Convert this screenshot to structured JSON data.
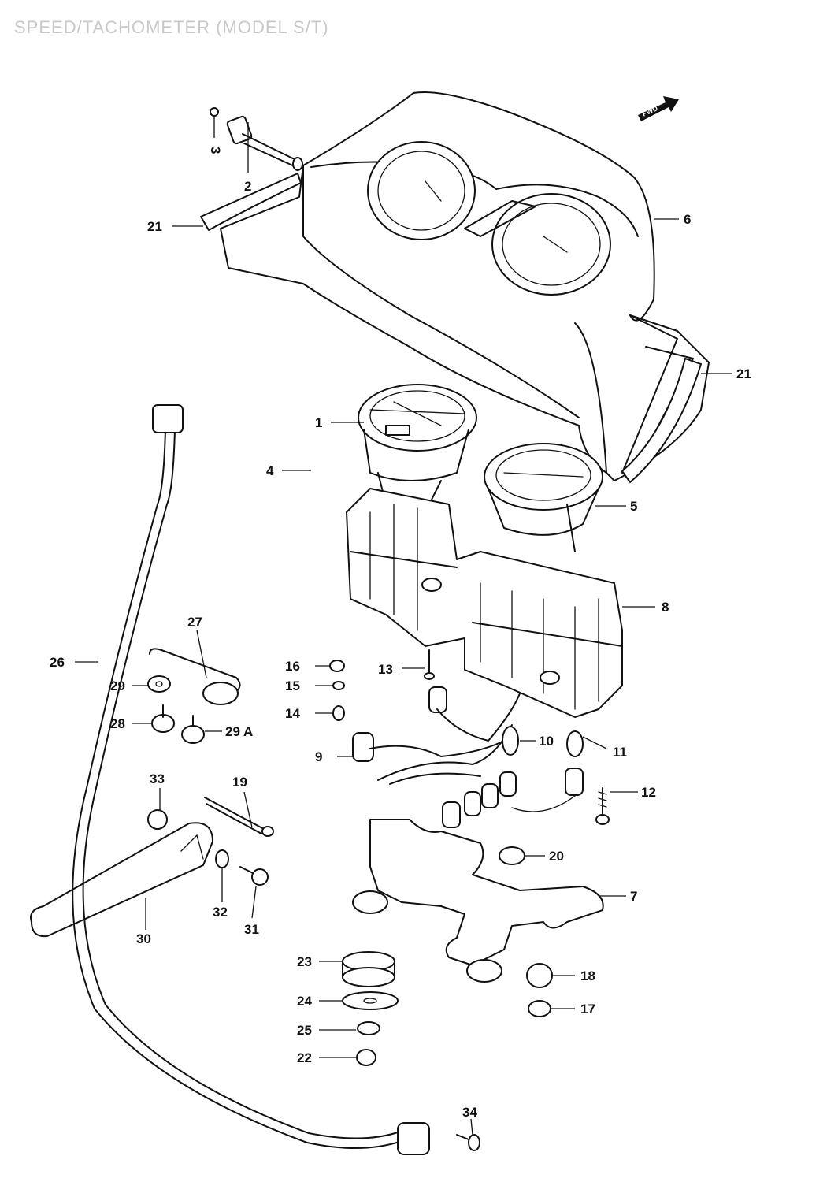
{
  "diagram": {
    "title": "SPEED/TACHOMETER (MODEL S/T)",
    "front_indicator": "FWD",
    "colors": {
      "ink": "#111111",
      "paper": "#ffffff",
      "faded_title": "#c8c8c8"
    },
    "callouts": {
      "c1": "1",
      "c2": "2",
      "c3": "3",
      "c4": "4",
      "c5": "5",
      "c6": "6",
      "c7": "7",
      "c8": "8",
      "c9": "9",
      "c10": "10",
      "c11": "11",
      "c12": "12",
      "c13": "13",
      "c14": "14",
      "c15": "15",
      "c16": "16",
      "c17": "17",
      "c18": "18",
      "c19": "19",
      "c20": "20",
      "c21a": "21",
      "c21b": "21",
      "c22": "22",
      "c23": "23",
      "c24": "24",
      "c25": "25",
      "c26": "26",
      "c27": "27",
      "c28": "28",
      "c29": "29",
      "c29a": "29 A",
      "c30": "30",
      "c31": "31",
      "c32": "32",
      "c33": "33",
      "c34": "34"
    }
  }
}
